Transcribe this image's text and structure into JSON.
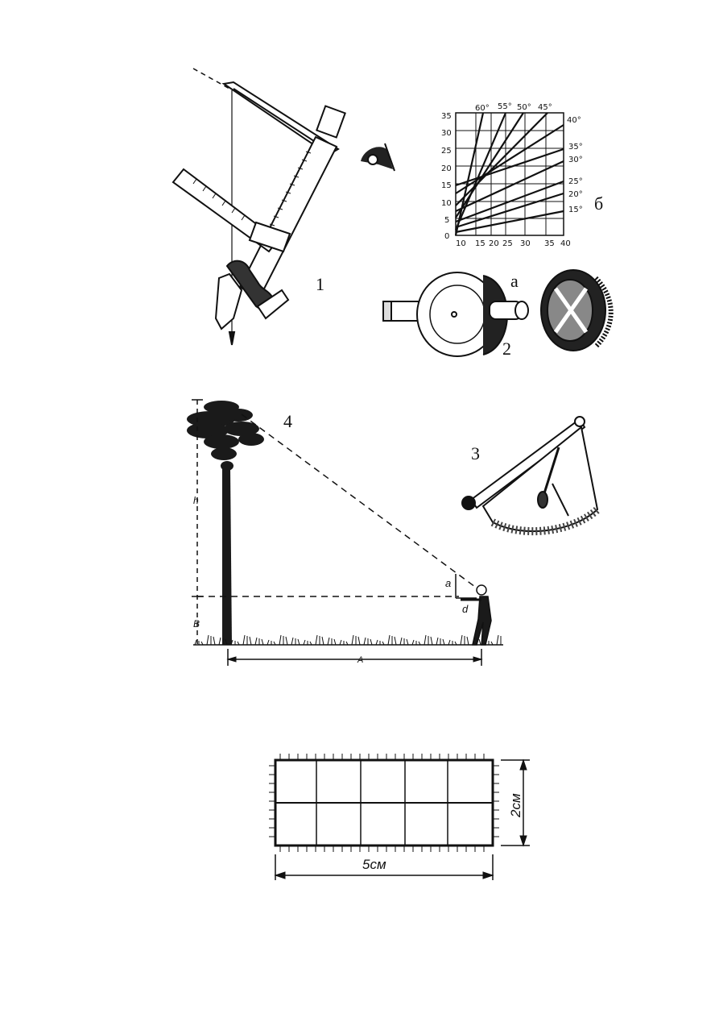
{
  "figure_labels": {
    "fig1": "1",
    "fig2": "2",
    "fig2a": "а",
    "fig3": "3",
    "fig4": "4",
    "nomogram": "б"
  },
  "nomogram": {
    "y_ticks": [
      "35",
      "30",
      "25",
      "20",
      "15",
      "10",
      "5",
      "0"
    ],
    "x_ticks": [
      "10",
      "15",
      "20",
      "25",
      "30",
      "35",
      "40"
    ],
    "top_angles": [
      "60°",
      "55°",
      "50°",
      "45°"
    ],
    "right_angles": [
      "40°",
      "35°",
      "30°",
      "25°",
      "20°",
      "15°"
    ]
  },
  "tree_diagram": {
    "label_h": "h",
    "label_B": "B",
    "label_A": "A",
    "label_a": "a",
    "label_d": "d"
  },
  "grid_figure": {
    "width_label": "5см",
    "height_label": "2см"
  }
}
